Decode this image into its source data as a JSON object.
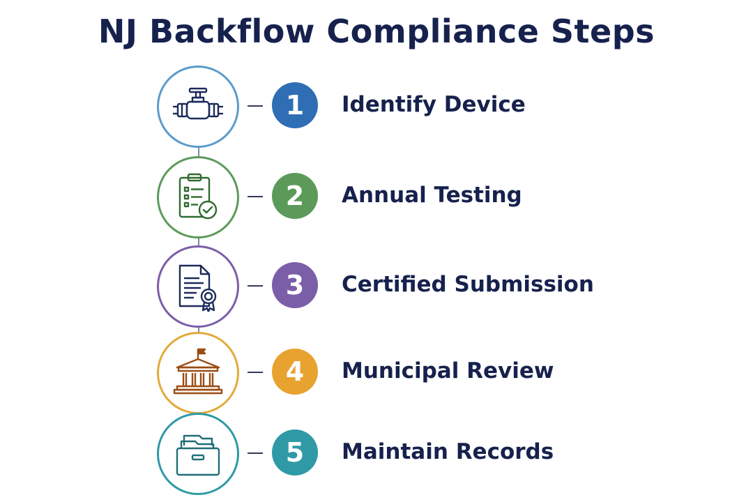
{
  "title": "NJ Backflow Compliance Steps",
  "steps": [
    {
      "number": "1",
      "label": "Identify Device",
      "icon": "valve-icon",
      "color": "#2f6db5",
      "ring": "#5b9bcc"
    },
    {
      "number": "2",
      "label": "Annual Testing",
      "icon": "clipboard-check-icon",
      "color": "#5c9a5a",
      "ring": "#5c9a5a"
    },
    {
      "number": "3",
      "label": "Certified Submission",
      "icon": "certificate-document-icon",
      "color": "#7b5ea8",
      "ring": "#7b5ea8"
    },
    {
      "number": "4",
      "label": "Municipal Review",
      "icon": "government-building-icon",
      "color": "#e8a230",
      "ring": "#e3aa3a"
    },
    {
      "number": "5",
      "label": "Maintain Records",
      "icon": "file-cabinet-icon",
      "color": "#2f9aa6",
      "ring": "#2f9aa6"
    }
  ]
}
